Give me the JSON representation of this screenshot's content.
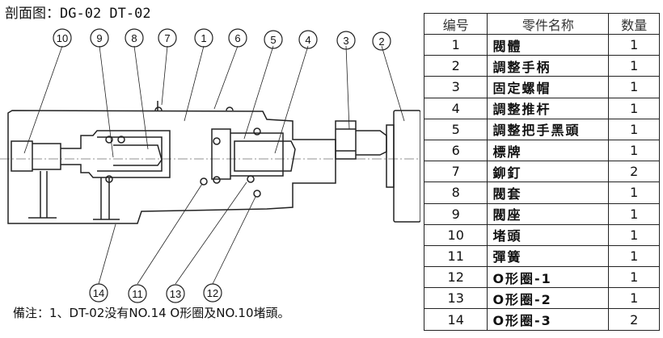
{
  "title": "剖面图：DG-02 DT-02",
  "note": "備注：1、DT-02没有NO.14 O形圈及NO.10堵頭。",
  "callouts_top": [
    "10",
    "9",
    "8",
    "7",
    "1",
    "6",
    "5",
    "4",
    "3",
    "2"
  ],
  "callouts_bottom": [
    "14",
    "11",
    "13",
    "12"
  ],
  "table": {
    "headers": [
      "编号",
      "零件名称",
      "数量"
    ],
    "rows": [
      {
        "no": "1",
        "name": "閥體",
        "qty": "1"
      },
      {
        "no": "2",
        "name": "調整手柄",
        "qty": "1"
      },
      {
        "no": "3",
        "name": "固定螺帽",
        "qty": "1"
      },
      {
        "no": "4",
        "name": "調整推杆",
        "qty": "1"
      },
      {
        "no": "5",
        "name": "調整把手黑頭",
        "qty": "1"
      },
      {
        "no": "6",
        "name": "標牌",
        "qty": "1"
      },
      {
        "no": "7",
        "name": "鉚釘",
        "qty": "2"
      },
      {
        "no": "8",
        "name": "閥套",
        "qty": "1"
      },
      {
        "no": "9",
        "name": "閥座",
        "qty": "1"
      },
      {
        "no": "10",
        "name": "堵頭",
        "qty": "1"
      },
      {
        "no": "11",
        "name": "彈簧",
        "qty": "1"
      },
      {
        "no": "12",
        "name": "O形圈-1",
        "qty": "1"
      },
      {
        "no": "13",
        "name": "O形圈-2",
        "qty": "1"
      },
      {
        "no": "14",
        "name": "O形圈-3",
        "qty": "2"
      }
    ]
  }
}
